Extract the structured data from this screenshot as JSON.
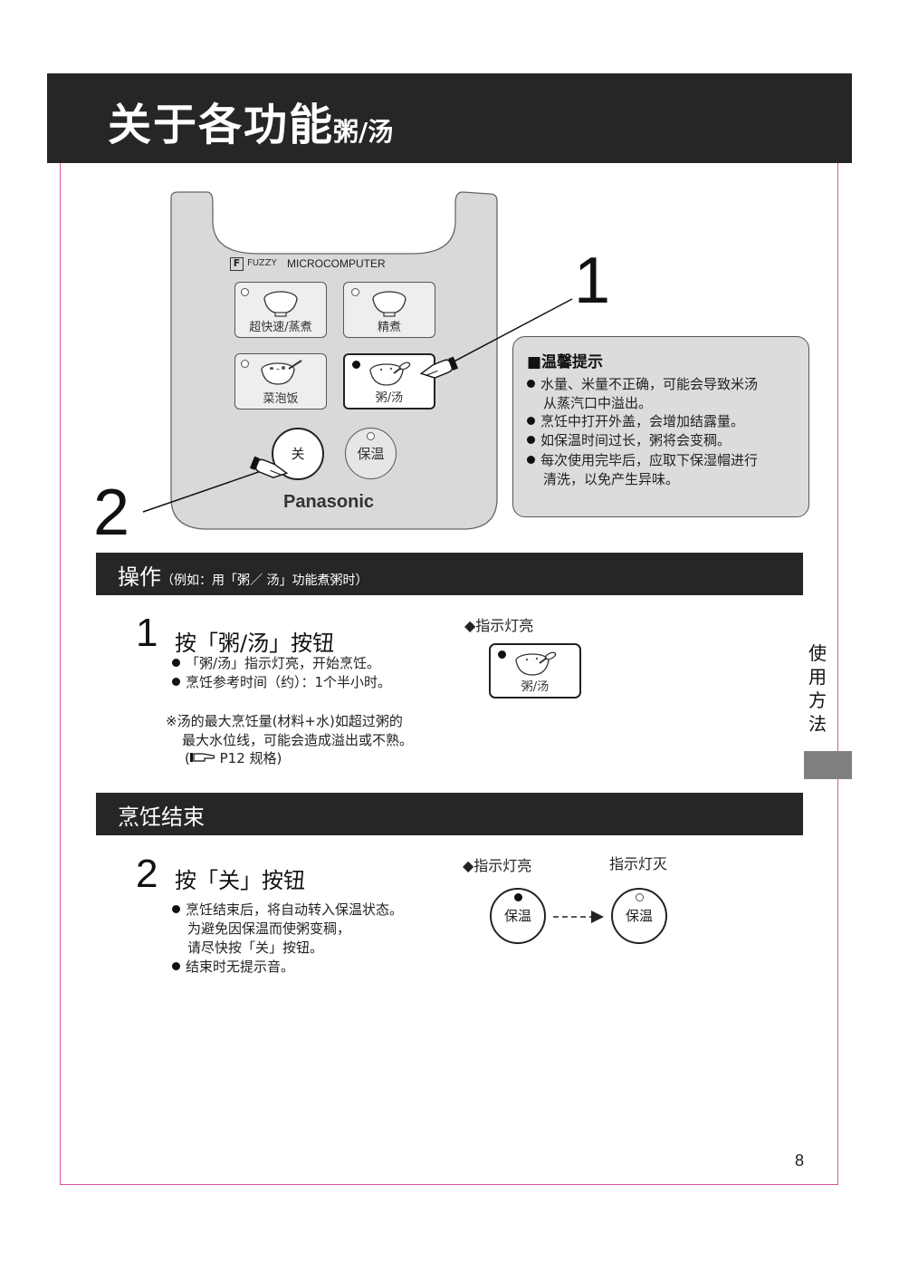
{
  "header": {
    "title": "关于各功能",
    "subtitle": "粥/汤"
  },
  "control_panel": {
    "logo_text": "FUZZY",
    "logo_letter": "F",
    "microcomputer_label": "MICROCOMPUTER",
    "buttons": [
      {
        "label": "超快速/蒸煮",
        "indicator": "off"
      },
      {
        "label": "精煮",
        "indicator": "off"
      },
      {
        "label": "菜泡饭",
        "indicator": "off"
      },
      {
        "label": "粥/汤",
        "indicator": "on"
      }
    ],
    "off_button": "关",
    "keep_warm_button": "保温",
    "brand": "Panasonic"
  },
  "callouts": {
    "one": "1",
    "two": "2"
  },
  "tips": {
    "title": "■温馨提示",
    "items": [
      "水量、米量不正确，可能会导致米汤",
      "从蒸汽口中溢出。",
      "烹饪中打开外盖，会增加结露量。",
      "如保温时间过长，粥将会变稠。",
      "每次使用完毕后，应取下保湿帽进行",
      "清洗，以免产生异味。"
    ]
  },
  "section_operation": {
    "heading": "操作",
    "note": "（例如：用「粥／ 汤」功能煮粥时）"
  },
  "step1": {
    "number": "1",
    "title": "按「粥/汤」按钮",
    "bullets": [
      "「粥/汤」指示灯亮，开始烹饪。",
      "烹饪参考时间（约）：1个半小时。"
    ],
    "note_line1": "※汤的最大烹饪量(材料+水)如超过粥的",
    "note_line2": "最大水位线，可能会造成溢出或不熟。",
    "note_line3_pre": "(",
    "note_line3_ref": "P12  规格)",
    "indicator_label": "◆指示灯亮",
    "indicator_button": "粥/汤"
  },
  "section_finish": {
    "heading": "烹饪结束"
  },
  "step2": {
    "number": "2",
    "title": "按「关」按钮",
    "bullet1": "烹饪结束后，将自动转入保温状态。",
    "bullet1_cont1": "为避免因保温而使粥变稠，",
    "bullet1_cont2": "请尽快按「关」按钮。",
    "bullet2": "结束时无提示音。",
    "indicator_on_label": "◆指示灯亮",
    "indicator_off_label": "指示灯灭",
    "warm_on": "保温",
    "warm_off": "保温"
  },
  "side_tab": {
    "chars": [
      "使",
      "用",
      "方",
      "法"
    ]
  },
  "page_number": "8"
}
